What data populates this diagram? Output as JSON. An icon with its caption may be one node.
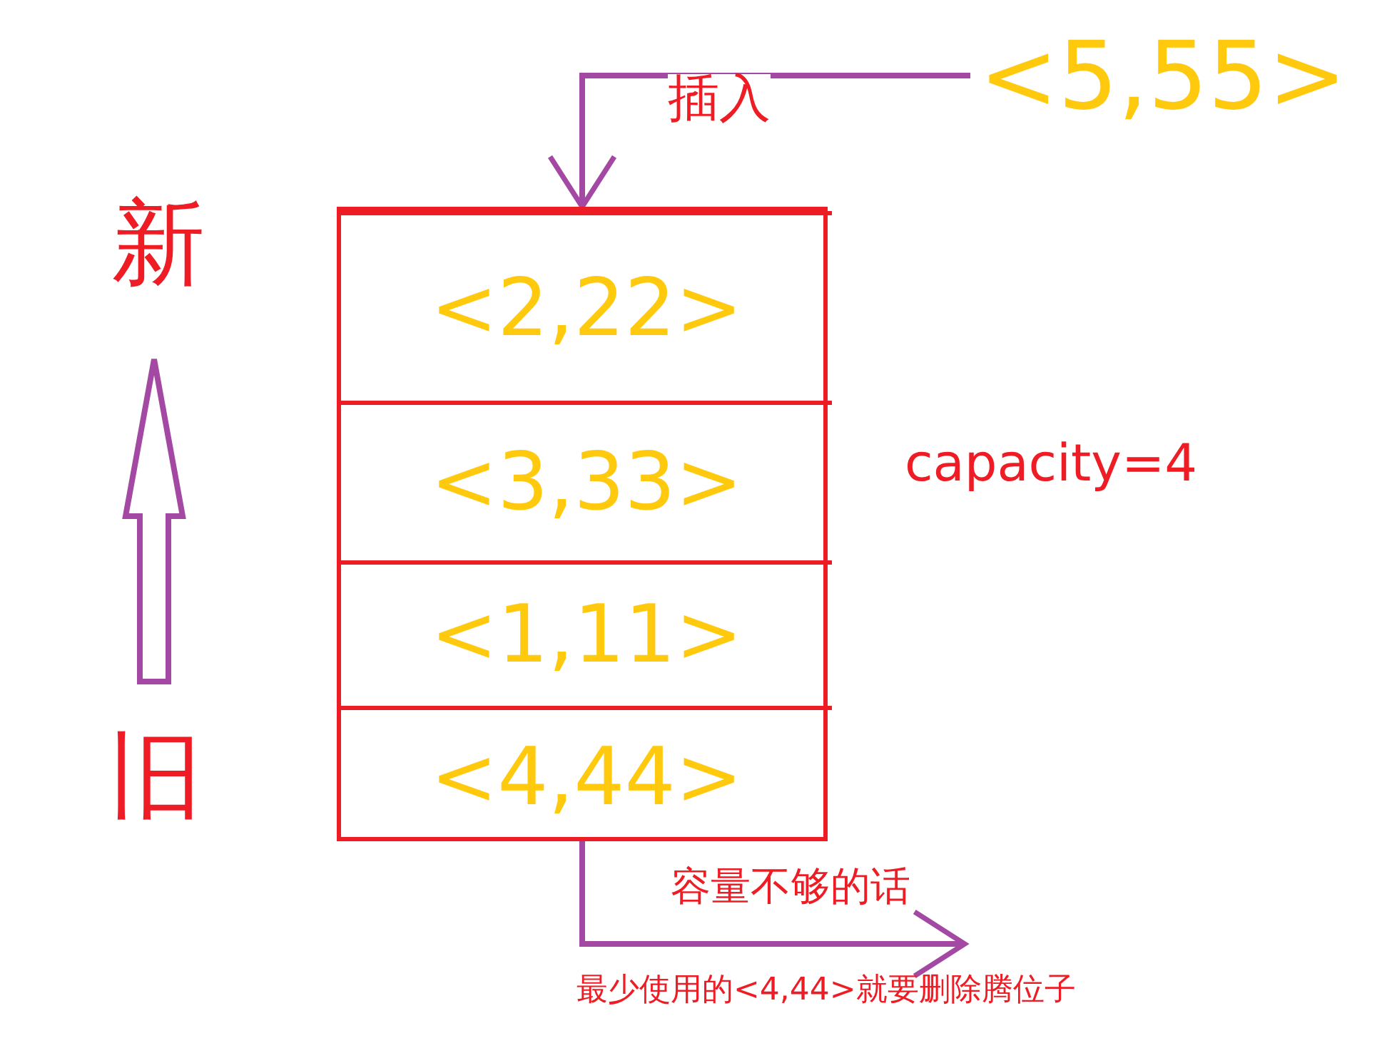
{
  "diagram": {
    "nodes": [
      {
        "text": [
          "<5,55>"
        ]
      },
      {
        "text": [],
        "shape": "box"
      },
      {
        "text": [
          "<2,22>"
        ],
        "in": 1
      },
      {
        "text": [
          "<3,33>"
        ],
        "in": 1
      },
      {
        "text": [
          "<1,11>"
        ],
        "in": 1
      },
      {
        "text": [
          "<4,44>"
        ],
        "in": 1
      }
    ],
    "edges": [
      {
        "from": 0,
        "to": 1,
        "arrow": "to",
        "label": "插入"
      },
      {
        "from": 5,
        "to": null,
        "arrow": "to",
        "label": "容量不够的话"
      }
    ],
    "labels": [
      "新",
      "capacity=4",
      "旧",
      "最少使用的<4,44>就要删除腾位子"
    ]
  }
}
